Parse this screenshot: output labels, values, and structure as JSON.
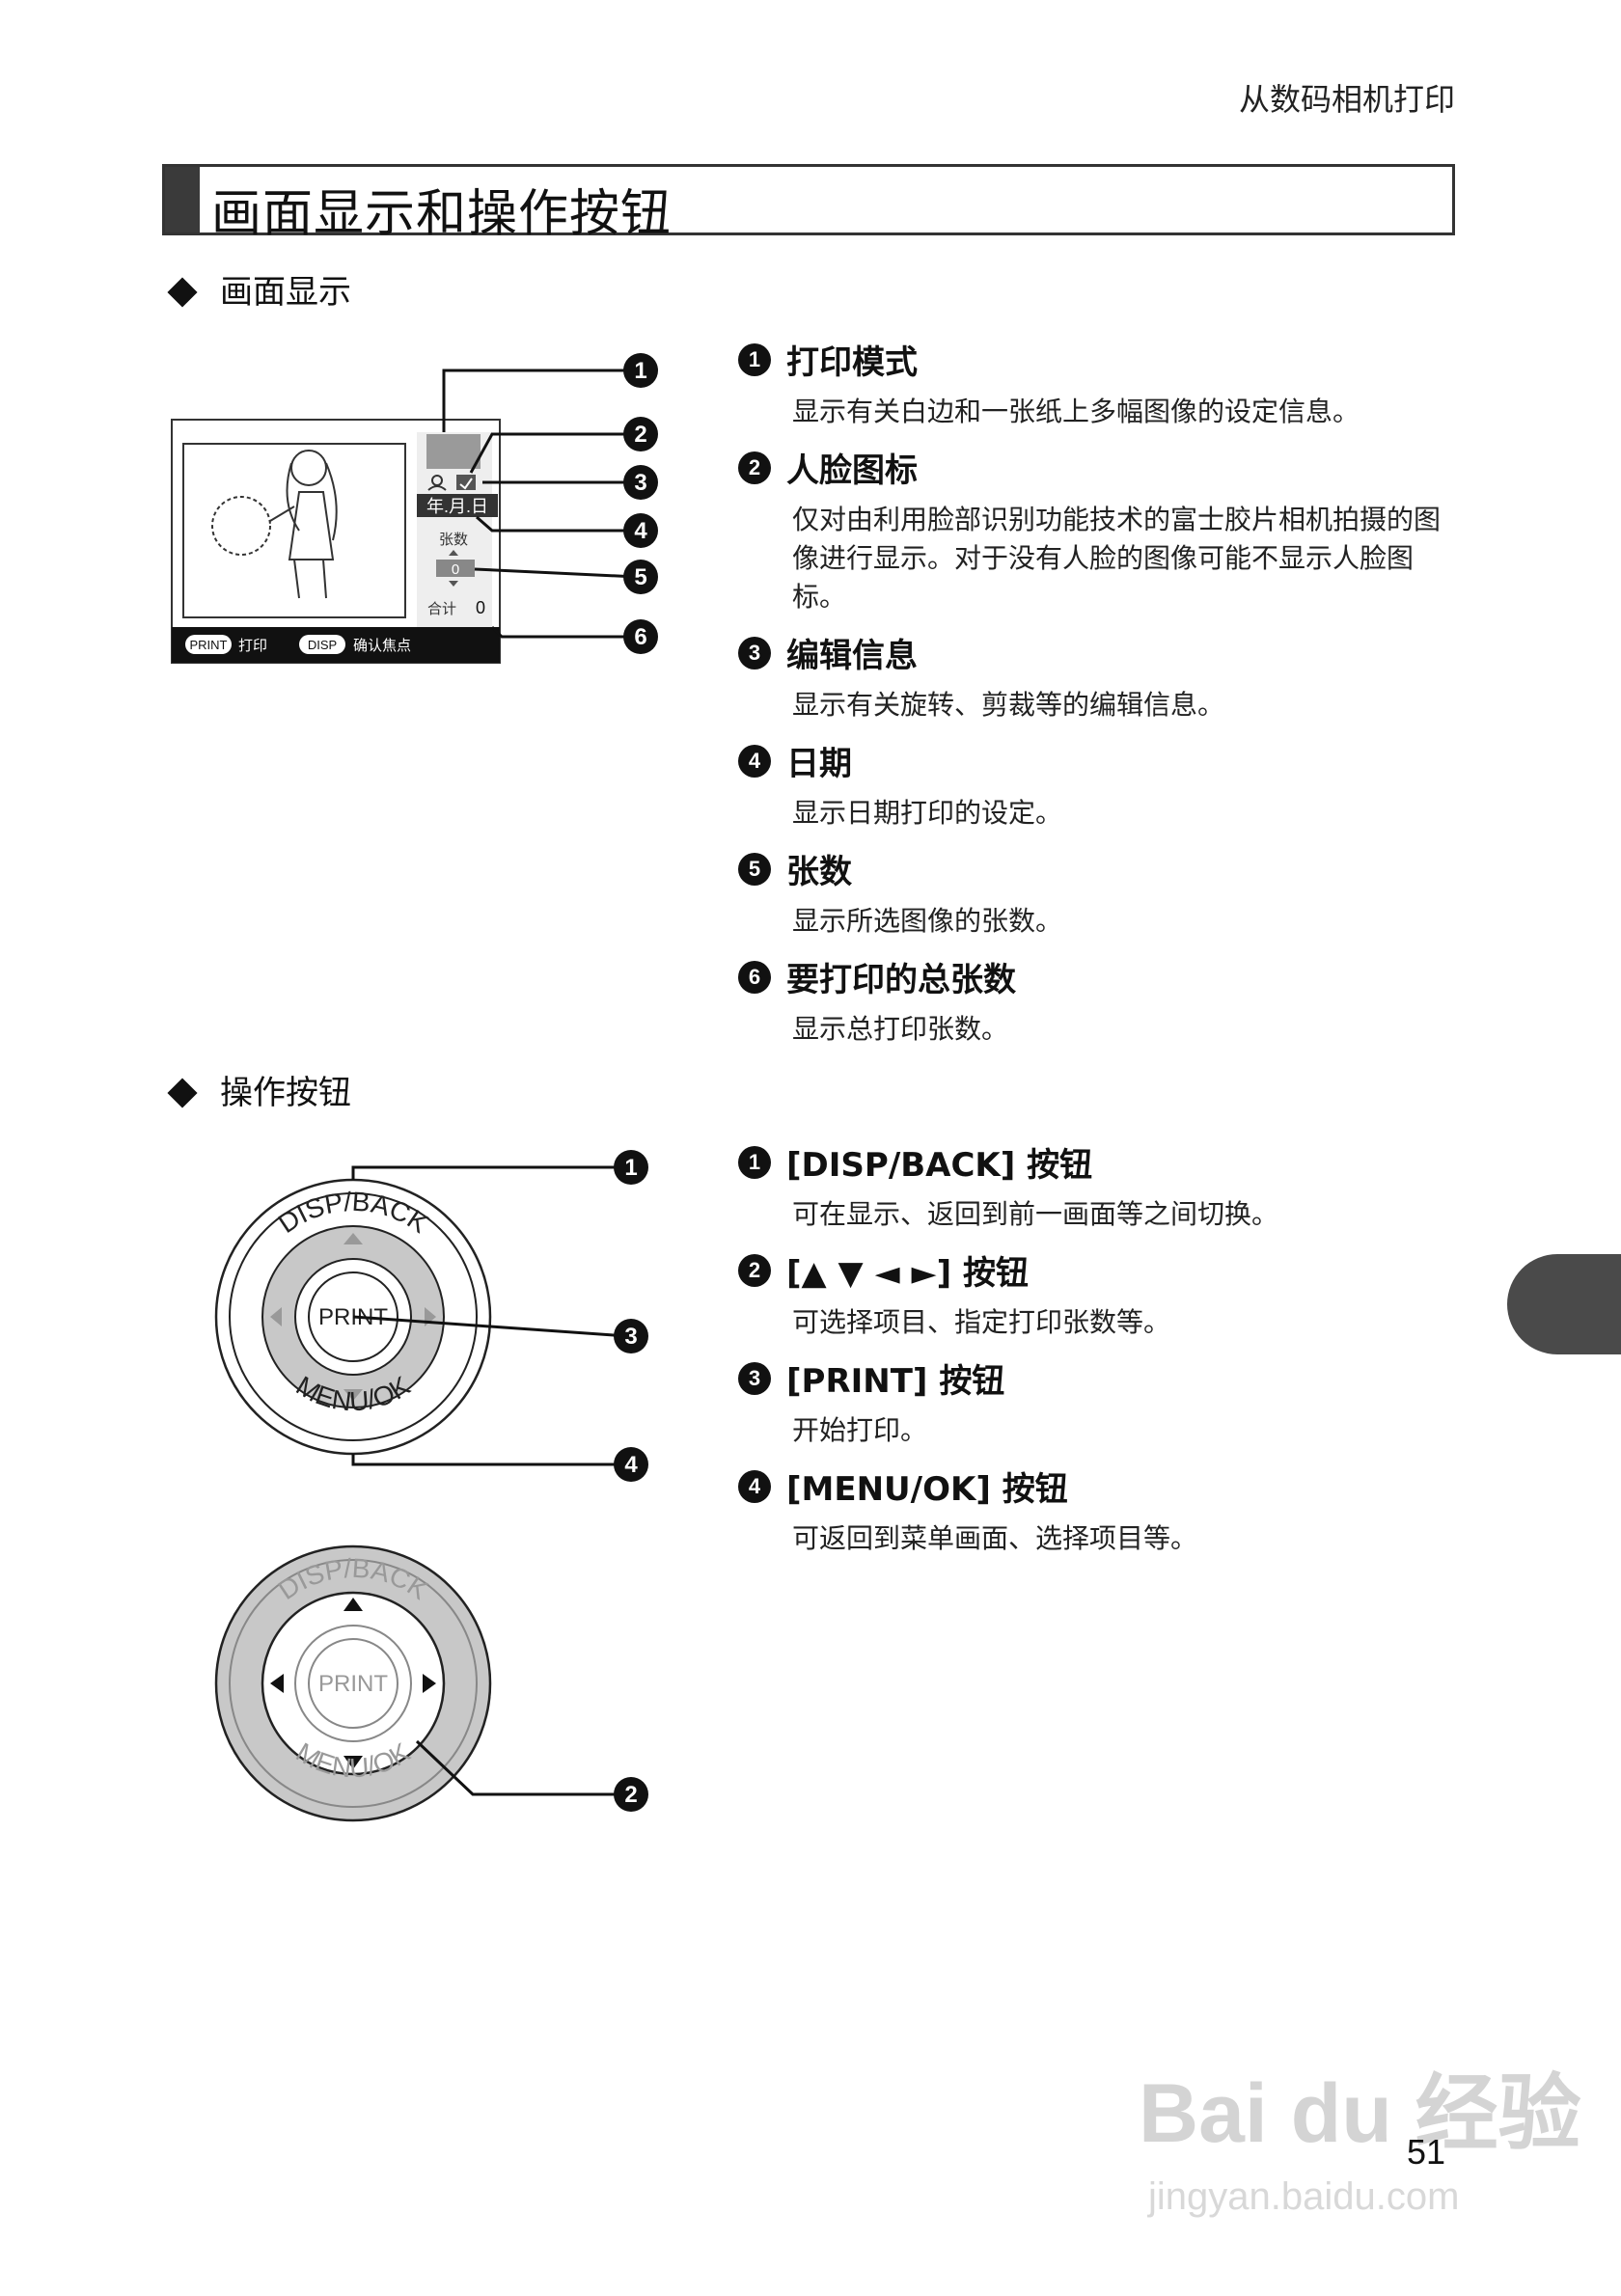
{
  "header": {
    "chapter": "从数码相机打印"
  },
  "page_title": "画面显示和操作按钮",
  "section_display": {
    "heading": "画面显示",
    "screen": {
      "date_label": "年.月.日",
      "count_label": "张数",
      "count_value": "0",
      "total_label": "合计",
      "total_value": "0",
      "print_button": "PRINT",
      "print_action": "打印",
      "disp_button": "DISP",
      "disp_action": "确认焦点"
    },
    "callouts": [
      "1",
      "2",
      "3",
      "4",
      "5",
      "6"
    ],
    "items": [
      {
        "num": "1",
        "title": "打印模式",
        "desc": "显示有关白边和一张纸上多幅图像的设定信息。"
      },
      {
        "num": "2",
        "title": "人脸图标",
        "desc": "仅对由利用脸部识别功能技术的富士胶片相机拍摄的图像进行显示。对于没有人脸的图像可能不显示人脸图标。"
      },
      {
        "num": "3",
        "title": "编辑信息",
        "desc": "显示有关旋转、剪裁等的编辑信息。"
      },
      {
        "num": "4",
        "title": "日期",
        "desc": "显示日期打印的设定。"
      },
      {
        "num": "5",
        "title": "张数",
        "desc": "显示所选图像的张数。"
      },
      {
        "num": "6",
        "title": "要打印的总张数",
        "desc": "显示总打印张数。"
      }
    ]
  },
  "section_buttons": {
    "heading": "操作按钮",
    "dial": {
      "top_label": "DISP/BACK",
      "bottom_label": "MENU/OK",
      "center_label": "PRINT"
    },
    "callouts": [
      "1",
      "3",
      "4",
      "2"
    ],
    "items": [
      {
        "num": "1",
        "title": "[DISP/BACK] 按钮",
        "desc": "可在显示、返回到前一画面等之间切换。"
      },
      {
        "num": "2",
        "title": "[▲ ▼ ◄ ►] 按钮",
        "desc": "可选择项目、指定打印张数等。"
      },
      {
        "num": "3",
        "title": "[PRINT] 按钮",
        "desc": "开始打印。"
      },
      {
        "num": "4",
        "title": "[MENU/OK] 按钮",
        "desc": "可返回到菜单画面、选择项目等。"
      }
    ]
  },
  "page_number": "51",
  "watermark": {
    "main": "Bai du 经验",
    "sub": "jingyan.baidu.com"
  },
  "colors": {
    "dark_tab": "#4a4a4a",
    "title_bar": "#3a3a3a",
    "dial_gray": "#c8c8c8"
  }
}
